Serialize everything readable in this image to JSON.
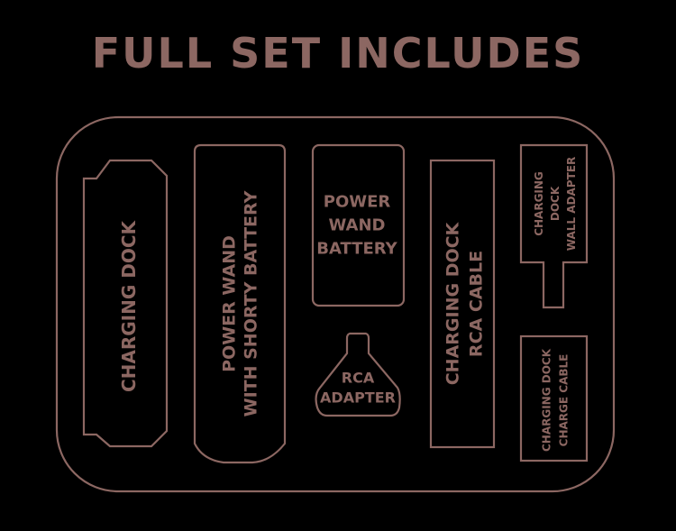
{
  "colors": {
    "background": "#000000",
    "accent": "#8c6762"
  },
  "title": "FULL SET INCLUDES",
  "items": {
    "charging_dock": {
      "lines": [
        "CHARGING DOCK"
      ]
    },
    "power_wand": {
      "lines": [
        "POWER WAND",
        "WITH SHORTY BATTERY"
      ]
    },
    "power_wand_battery": {
      "lines": [
        "POWER",
        "WAND",
        "BATTERY"
      ]
    },
    "rca_adapter": {
      "lines": [
        "RCA",
        "ADAPTER"
      ]
    },
    "rca_cable": {
      "lines": [
        "CHARGING DOCK",
        "RCA CABLE"
      ]
    },
    "wall_adapter": {
      "lines": [
        "CHARGING",
        "DOCK",
        "WALL ADAPTER"
      ]
    },
    "charge_cable": {
      "lines": [
        "CHARGING DOCK",
        "CHARGE CABLE"
      ]
    }
  }
}
